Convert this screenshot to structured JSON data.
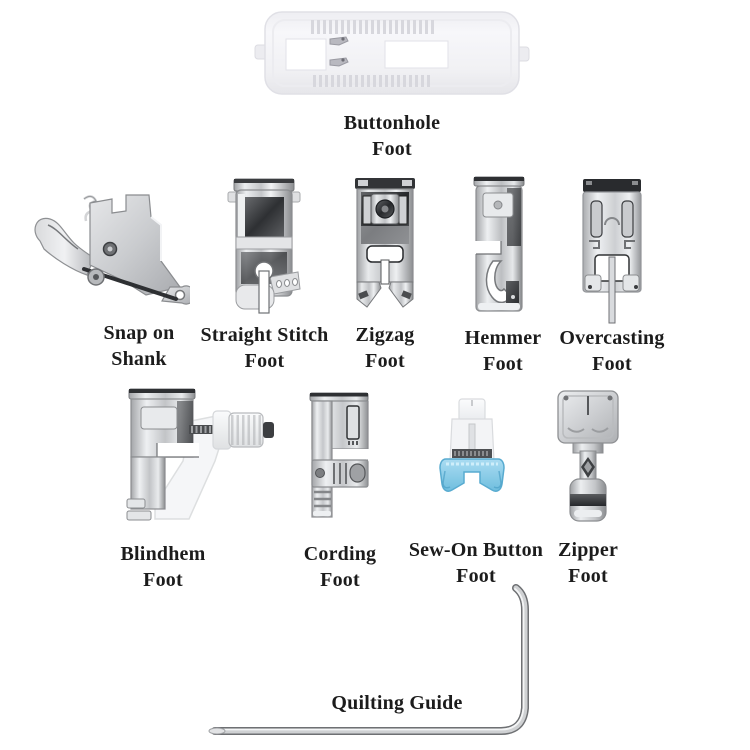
{
  "collage": {
    "description_items": [
      {
        "key": "buttonhole-foot",
        "lines": [
          "Buttonhole",
          "Foot"
        ]
      },
      {
        "key": "snap-on-shank",
        "lines": [
          "Snap on",
          "Shank"
        ]
      },
      {
        "key": "straight-stitch-foot",
        "lines": [
          "Straight Stitch",
          "Foot"
        ]
      },
      {
        "key": "zigzag-foot",
        "lines": [
          "Zigzag",
          "Foot"
        ]
      },
      {
        "key": "hemmer-foot",
        "lines": [
          "Hemmer",
          "Foot"
        ]
      },
      {
        "key": "overcasting-foot",
        "lines": [
          "Overcasting",
          "Foot"
        ]
      },
      {
        "key": "blindhem-foot",
        "lines": [
          "Blindhem",
          "Foot"
        ]
      },
      {
        "key": "cording-foot",
        "lines": [
          "Cording",
          "Foot"
        ]
      },
      {
        "key": "sew-on-button-foot",
        "lines": [
          "Sew-On Button",
          "Foot"
        ]
      },
      {
        "key": "zipper-foot",
        "lines": [
          "Zipper",
          "Foot"
        ]
      },
      {
        "key": "quilting-guide",
        "lines": [
          "Quilting Guide"
        ]
      }
    ],
    "colors": {
      "background": "#ffffff",
      "label_text": "#1c1c1c",
      "chrome_light": "#f2f3f5",
      "chrome_mid": "#c7c9cc",
      "chrome_dark": "#3c3e41",
      "plastic_white": "#f4f4f6",
      "plastic_blue": "#8ccfec",
      "plastic_blue_dark": "#58abd0"
    }
  }
}
